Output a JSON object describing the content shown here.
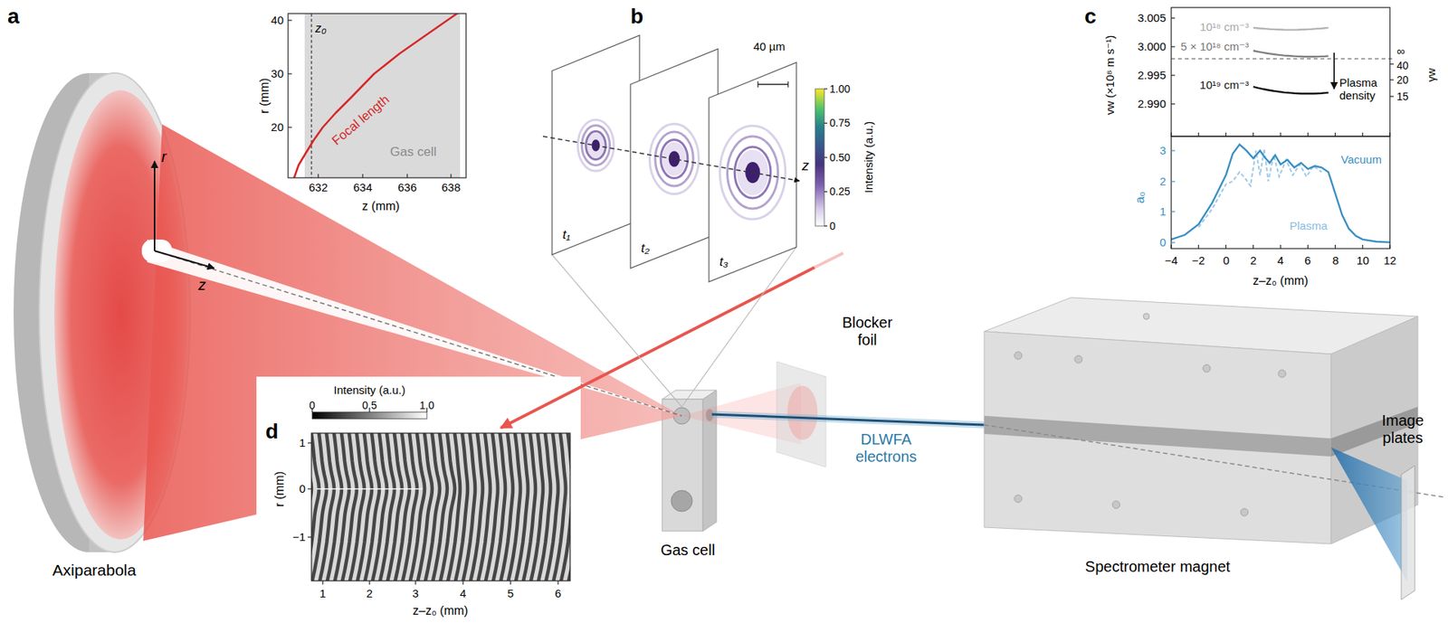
{
  "diagram": {
    "labels": [
      "a",
      "40",
      "30",
      "20",
      "r (mm)",
      "z₀",
      "Focal length",
      "Gas cell",
      "632",
      "634",
      "636",
      "638",
      "z (mm)",
      "r",
      "z",
      "Axiparabola",
      "b",
      "t₁",
      "t₂",
      "t₃",
      "40 µm",
      "z",
      "1.00",
      "0.75",
      "0.50",
      "0.25",
      "0",
      "Intensity (a.u.)",
      "c",
      "vw (×10⁸ m s⁻¹)",
      "3.005",
      "3.000",
      "2.995",
      "2.990",
      "10¹⁸ cm⁻³",
      "5 × 10¹⁸ cm⁻³",
      "10¹⁹ cm⁻³",
      "∞",
      "40",
      "20",
      "15",
      "γw",
      "Plasma density",
      "a₀",
      "3",
      "2",
      "1",
      "0",
      "Vacuum",
      "Plasma",
      "−4",
      "−2",
      "0",
      "2",
      "4",
      "6",
      "8",
      "10",
      "12",
      "z–z₀ (mm)",
      "Blocker foil",
      "DLWFA electrons",
      "Gas cell",
      "Spectrometer magnet",
      "Image plates",
      "d",
      "Intensity (a.u.)",
      "0",
      "0.5",
      "1.0",
      "r (mm)",
      "1",
      "0",
      "−1",
      "1",
      "2",
      "3",
      "4",
      "5",
      "6",
      "z–z₀ (mm)"
    ]
  }
}
